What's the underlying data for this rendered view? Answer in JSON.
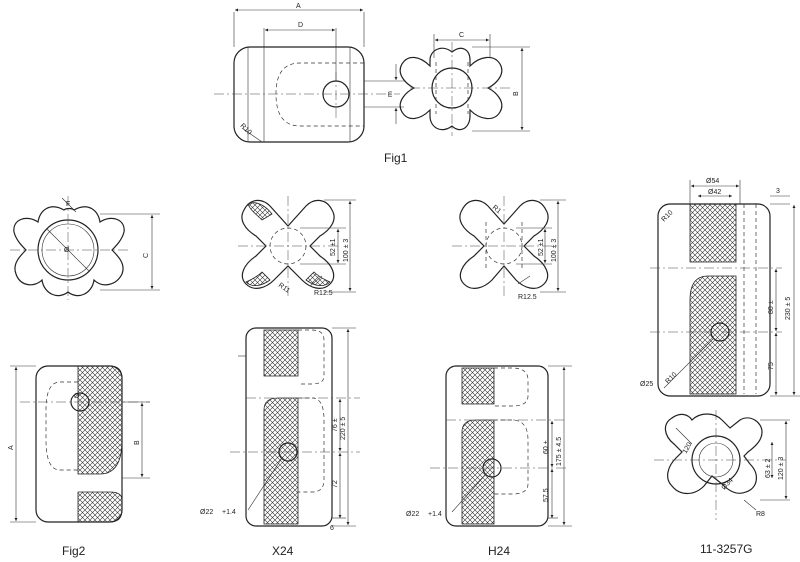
{
  "captions": {
    "fig1": "Fig1",
    "fig2": "Fig2",
    "x24": "X24",
    "h24": "H24",
    "g3257": "11-3257G"
  },
  "fig1": {
    "dim_a": "A",
    "dim_d": "D",
    "dim_m": "m",
    "dim_c": "C",
    "dim_b": "B",
    "radius": "R10"
  },
  "fig2": {
    "dim_f": "F",
    "dim_phi": "Ø",
    "dim_c": "C",
    "dim_a": "A",
    "dim_b": "B",
    "dim_phi2": "Ø"
  },
  "x24": {
    "dim_inner": "52 ±1",
    "dim_outer": "100 ± 3",
    "radius_r11": "R11",
    "radius_r125": "R12.5",
    "dim_76": "76 ±",
    "dim_220": "220 ± 5",
    "dim_72": "72",
    "dim_6": "6",
    "hole": "Ø22",
    "hole_tol": "+1.4"
  },
  "h24": {
    "dim_inner": "52 ±1",
    "dim_outer": "100 ± 3",
    "radius_rtop": "R1",
    "radius_r125": "R12.5",
    "dim_60": "60 ±",
    "dim_175": "175 ± 4.5",
    "dim_575": "57.5",
    "hole": "Ø22",
    "hole_tol": "+1.4"
  },
  "g3257": {
    "phi54": "Ø54",
    "phi42": "Ø42",
    "dim_3": "3",
    "radius_r10_top": "R10",
    "dim_80": "80 ±",
    "dim_230": "230 ± 5",
    "dim_75": "75",
    "phi25": "Ø25",
    "radius_r10_side": "R10",
    "dim_63": "63 ± 2",
    "dim_120": "120 ± 3",
    "dim_120b": "120",
    "dim_34": "Ø34",
    "radius_r8": "R8"
  }
}
